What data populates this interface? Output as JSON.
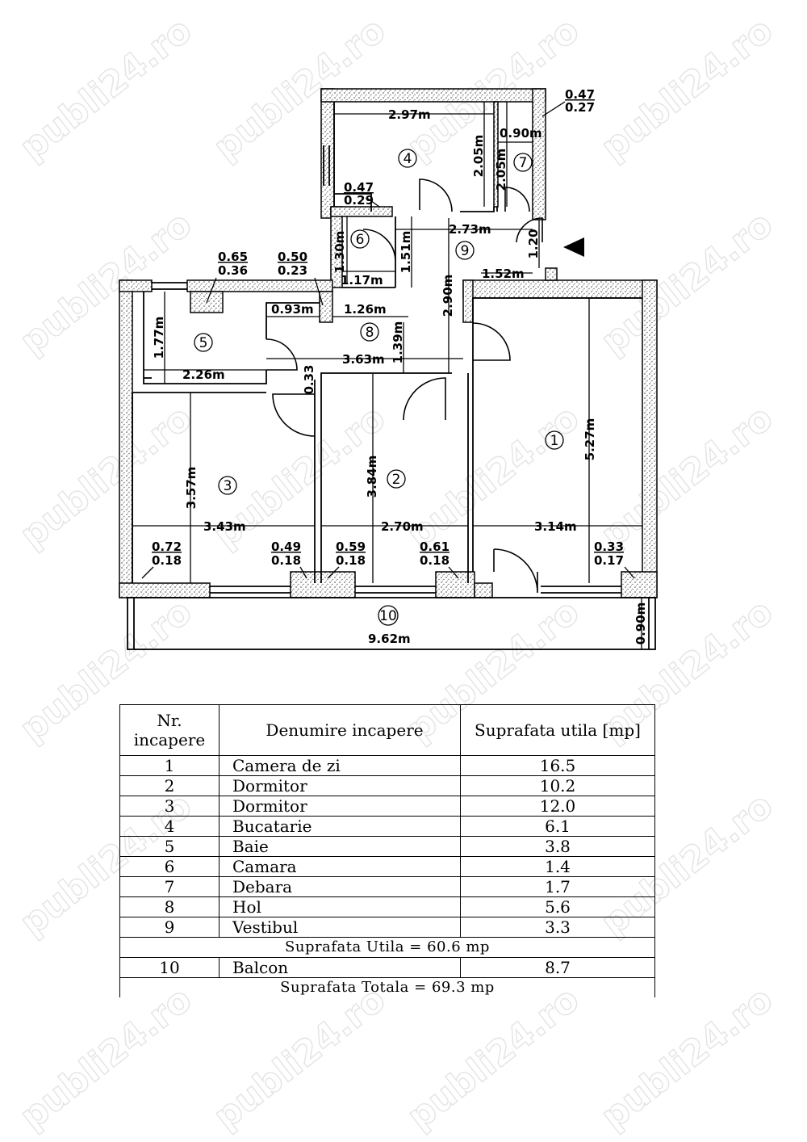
{
  "watermark": "publi24.ro",
  "rooms": {
    "r1": "1",
    "r2": "2",
    "r3": "3",
    "r4": "4",
    "r5": "5",
    "r6": "6",
    "r7": "7",
    "r8": "8",
    "r9": "9",
    "r10": "10"
  },
  "dimensions": {
    "d_297": "2.97m",
    "d_205a": "2.05m",
    "d_205b": "2.05m",
    "d_090a": "0.90m",
    "d_047a_t": "0.47",
    "d_047a_b": "0.27",
    "d_047b_t": "0.47",
    "d_047b_b": "0.29",
    "d_273": "2.73m",
    "d_130": "1.30m",
    "d_151": "1.51m",
    "d_117": "1.17m",
    "d_120": "1.20",
    "d_152": "1.52m",
    "d_065_t": "0.65",
    "d_065_b": "0.36",
    "d_050_t": "0.50",
    "d_050_b": "0.23",
    "d_093": "0.93m",
    "d_126": "1.26m",
    "d_139": "1.39m",
    "d_290": "2.90m",
    "d_177": "1.77m",
    "d_226": "2.26m",
    "d_363": "3.63m",
    "d_033v": "0.33",
    "d_357": "3.57m",
    "d_384": "3.84m",
    "d_527": "5.27m",
    "d_343": "3.43m",
    "d_270": "2.70m",
    "d_314": "3.14m",
    "d_072_t": "0.72",
    "d_072_b": "0.18",
    "d_049_t": "0.49",
    "d_049_b": "0.18",
    "d_059_t": "0.59",
    "d_059_b": "0.18",
    "d_061_t": "0.61",
    "d_061_b": "0.18",
    "d_033_t": "0.33",
    "d_033_b": "0.17",
    "d_962": "9.62m",
    "d_090b": "0.90m"
  },
  "table": {
    "header": {
      "nr": "Nr.",
      "nr2": "incapere",
      "name": "Denumire incapere",
      "area": "Suprafata utila [mp]"
    },
    "rows": [
      {
        "nr": "1",
        "name": "Camera de zi",
        "area": "16.5"
      },
      {
        "nr": "2",
        "name": "Dormitor",
        "area": "10.2"
      },
      {
        "nr": "3",
        "name": "Dormitor",
        "area": "12.0"
      },
      {
        "nr": "4",
        "name": "Bucatarie",
        "area": "6.1"
      },
      {
        "nr": "5",
        "name": "Baie",
        "area": "3.8"
      },
      {
        "nr": "6",
        "name": "Camara",
        "area": "1.4"
      },
      {
        "nr": "7",
        "name": "Debara",
        "area": "1.7"
      },
      {
        "nr": "8",
        "name": "Hol",
        "area": "5.6"
      },
      {
        "nr": "9",
        "name": "Vestibul",
        "area": "3.3"
      }
    ],
    "useful_total": "Suprafata Utila = 60.6 mp",
    "balcony": {
      "nr": "10",
      "name": "Balcon",
      "area": "8.7"
    },
    "grand_total": "Suprafata Totala = 69.3 mp"
  }
}
